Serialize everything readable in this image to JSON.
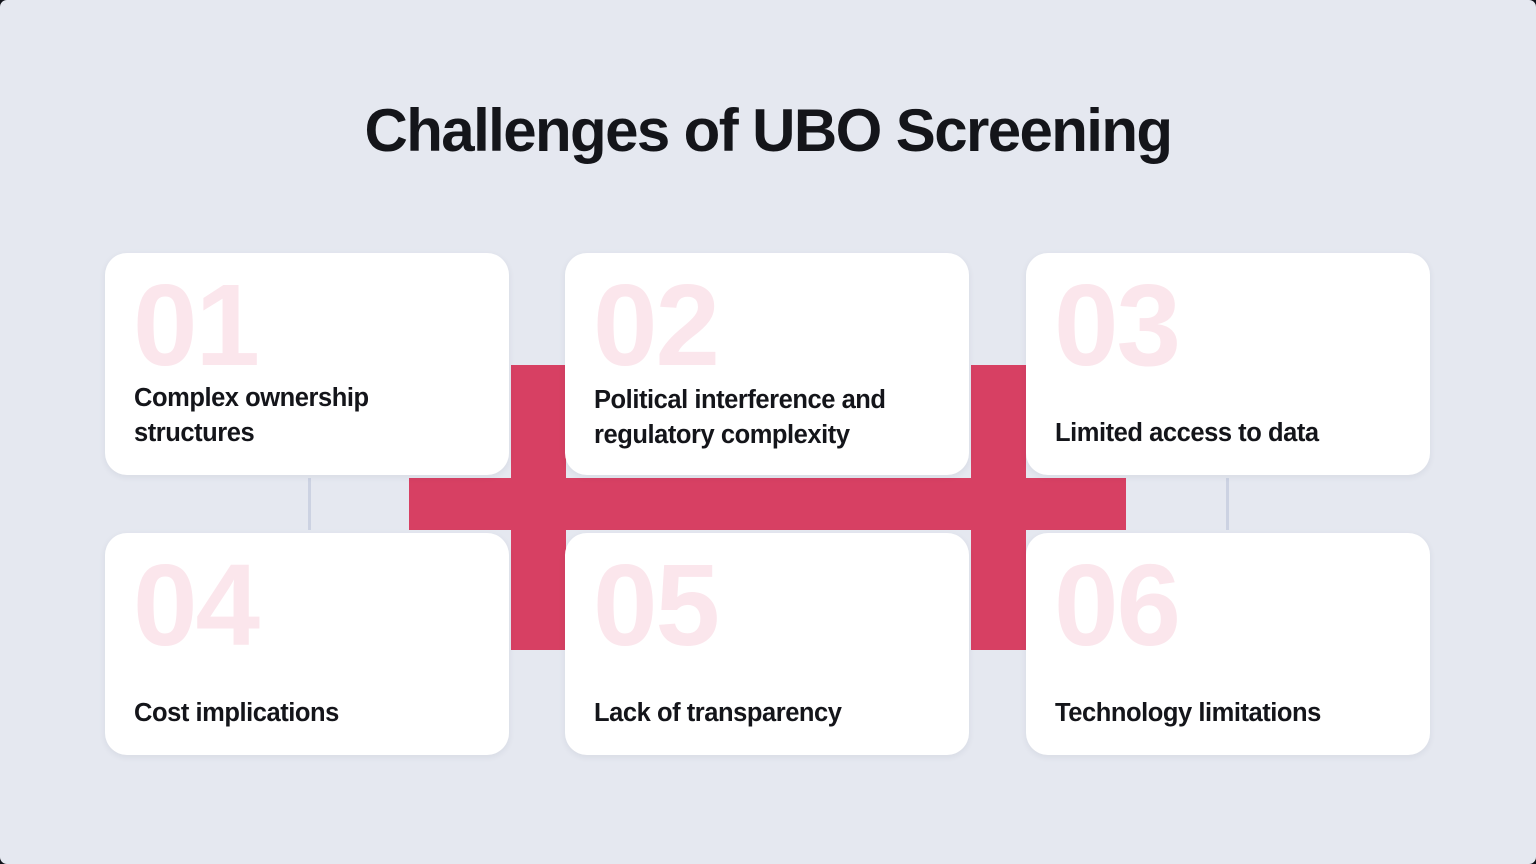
{
  "page": {
    "title": "Challenges of UBO Screening",
    "background_color": "#e5e8f0",
    "accent_color": "#d74063",
    "number_color": "#fbe6ec",
    "card_color": "#ffffff",
    "text_color": "#14151a",
    "divider_color": "#ccd2e2"
  },
  "cards": [
    {
      "number": "01",
      "label": "Complex ownership structures"
    },
    {
      "number": "02",
      "label": "Political interference and regulatory complexity"
    },
    {
      "number": "03",
      "label": "Limited access to data"
    },
    {
      "number": "04",
      "label": "Cost implications"
    },
    {
      "number": "05",
      "label": "Lack of transparency"
    },
    {
      "number": "06",
      "label": "Technology limitations"
    }
  ]
}
